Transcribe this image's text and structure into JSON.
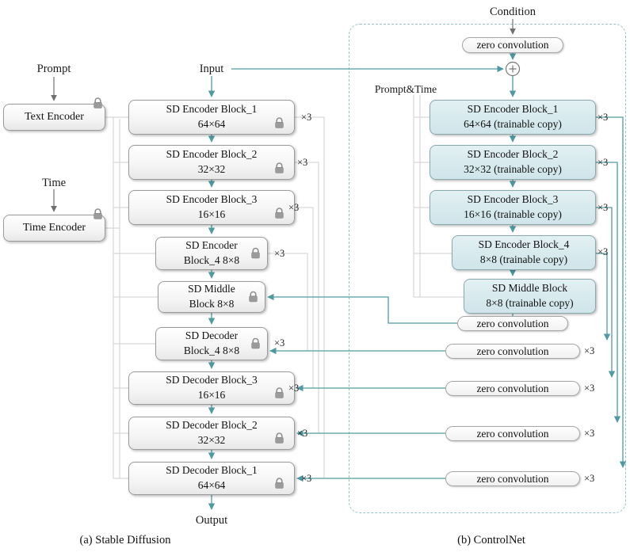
{
  "diagram": {
    "caption_a": "(a) Stable Diffusion",
    "caption_b": "(b) ControlNet"
  },
  "labels": {
    "prompt": "Prompt",
    "time": "Time",
    "input": "Input",
    "output": "Output",
    "condition": "Condition",
    "prompt_time": "Prompt&Time",
    "x3": "×3"
  },
  "encoders": {
    "text": "Text Encoder",
    "time": "Time Encoder"
  },
  "sd_blocks": [
    {
      "line1": "SD Encoder Block_1",
      "line2": "64×64"
    },
    {
      "line1": "SD Encoder Block_2",
      "line2": "32×32"
    },
    {
      "line1": "SD Encoder Block_3",
      "line2": "16×16"
    },
    {
      "line1": "SD Encoder",
      "line2": "Block_4 8×8"
    },
    {
      "line1": "SD Middle",
      "line2": "Block 8×8"
    },
    {
      "line1": "SD Decoder",
      "line2": "Block_4 8×8"
    },
    {
      "line1": "SD Decoder Block_3",
      "line2": "16×16"
    },
    {
      "line1": "SD Decoder Block_2",
      "line2": "32×32"
    },
    {
      "line1": "SD Decoder Block_1",
      "line2": "64×64"
    }
  ],
  "controlnet_blocks": [
    {
      "line1": "SD Encoder Block_1",
      "line2": "64×64 (trainable copy)"
    },
    {
      "line1": "SD Encoder Block_2",
      "line2": "32×32 (trainable copy)"
    },
    {
      "line1": "SD Encoder Block_3",
      "line2": "16×16 (trainable copy)"
    },
    {
      "line1": "SD Encoder Block_4",
      "line2": "8×8 (trainable copy)"
    },
    {
      "line1": "SD Middle Block",
      "line2": "8×8 (trainable copy)"
    }
  ],
  "zero_conv_label": "zero convolution",
  "colors": {
    "arrow_teal": "#4f9aa2",
    "line_gray": "#cdd1d2",
    "arrow_dark": "#707070",
    "trainable_fill": "#d4e8ec",
    "frame_dash": "#93c2c7",
    "locked_fill": "#f4f4f4",
    "lock_gray": "#9b9b9b"
  }
}
